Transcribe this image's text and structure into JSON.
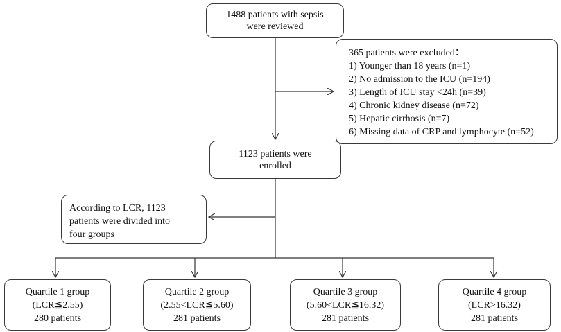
{
  "reviewed": {
    "lines": [
      "1488 patients with sepsis",
      "were reviewed"
    ]
  },
  "excluded": {
    "title": "365 patients were excluded：",
    "items": [
      "1) Younger than 18 years  (n=1)",
      "2) No admission to the ICU (n=194)",
      "3) Length of ICU stay <24h (n=39)",
      "4) Chronic kidney disease (n=72)",
      "5) Hepatic cirrhosis (n=7)",
      "6) Missing data of CRP and lymphocyte (n=52)"
    ]
  },
  "enrolled": {
    "lines": [
      "1123 patients were",
      "enrolled"
    ]
  },
  "divided": {
    "lines": [
      "According to LCR, 1123",
      "patients were divided into",
      "four groups"
    ]
  },
  "quartiles": [
    {
      "title": "Quartile 1 group",
      "range": "(LCR≦2.55)",
      "count": "280 patients"
    },
    {
      "title": "Quartile 2 group",
      "range": "(2.55<LCR≦5.60)",
      "count": "281 patients"
    },
    {
      "title": "Quartile 3 group",
      "range": "(5.60<LCR≦16.32)",
      "count": "281 patients"
    },
    {
      "title": "Quartile 4 group",
      "range": "(LCR>16.32)",
      "count": "281 patients"
    }
  ]
}
